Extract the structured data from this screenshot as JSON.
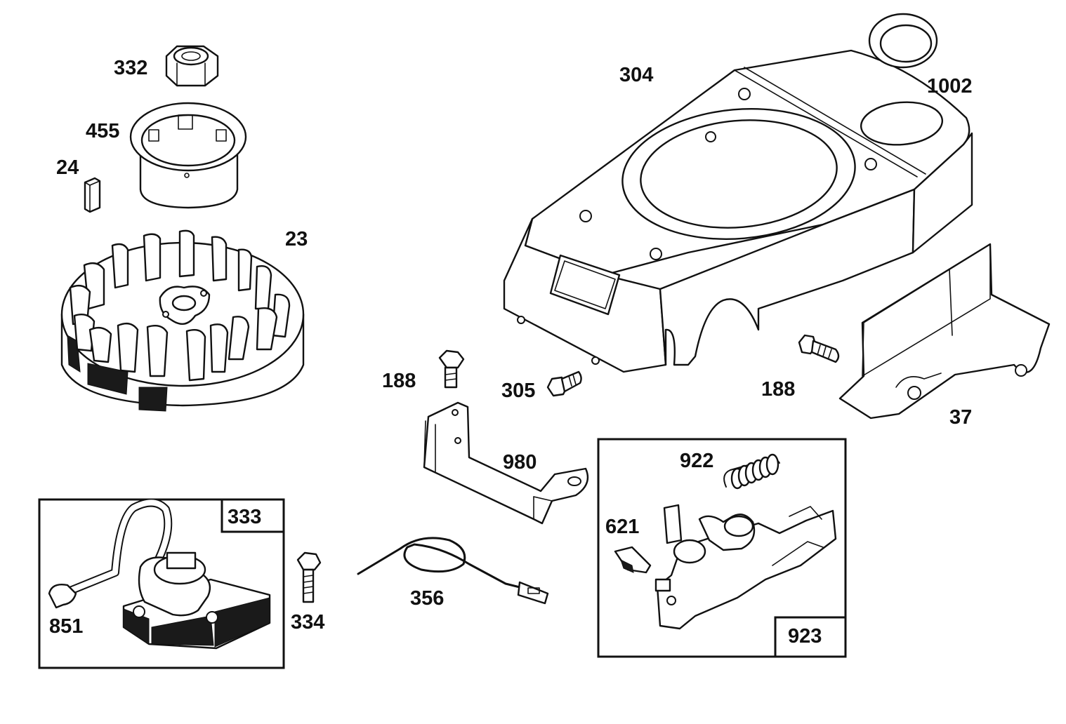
{
  "part_labels": {
    "nut": "332",
    "fan_retainer": "455",
    "flywheel_key": "24",
    "flywheel": "23",
    "blower_housing": "304",
    "air_guide_ring": "1002",
    "screw_188_left": "188",
    "screw_305": "305",
    "screw_188_right": "188",
    "air_guide_bracket": "37",
    "governor_bracket": "980",
    "governor_spring": "922",
    "spring_link": "621",
    "governor_assembly_kit": "923",
    "armature_kit": "333",
    "spark_plug_boot": "851",
    "armature_screw": "334",
    "ground_wire": "356"
  },
  "colors": {
    "line": "#111111",
    "fill": "#ffffff"
  }
}
